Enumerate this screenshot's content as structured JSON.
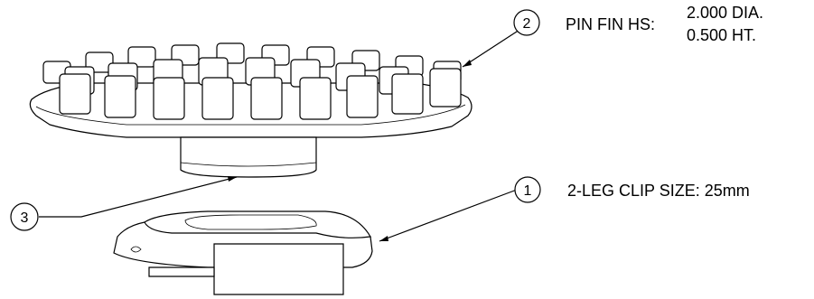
{
  "callouts": [
    {
      "number": "2",
      "label": "PIN FIN HS:",
      "spec_line1": "2.000 DIA.",
      "spec_line2": "0.500 HT."
    },
    {
      "number": "1",
      "label": "2-LEG CLIP SIZE: 25mm"
    },
    {
      "number": "3"
    }
  ]
}
